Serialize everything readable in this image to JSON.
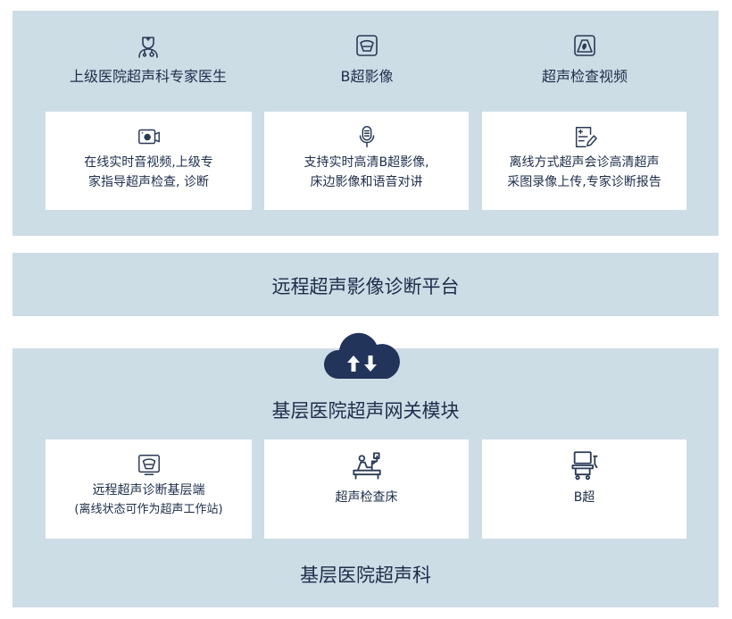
{
  "top": {
    "headers": [
      {
        "label": "上级医院超声科专家医生",
        "icon": "doctor-icon"
      },
      {
        "label": "B超影像",
        "icon": "ultrasound-image-icon"
      },
      {
        "label": "超声检查视频",
        "icon": "ultrasound-video-icon"
      }
    ],
    "cards": [
      {
        "icon": "camera-icon",
        "lines": [
          "在线实时音视频,上级专",
          "家指导超声检查, 诊断"
        ]
      },
      {
        "icon": "microphone-icon",
        "lines": [
          "支持实时高清B超影像,",
          "床边影像和语音对讲"
        ]
      },
      {
        "icon": "report-edit-icon",
        "lines": [
          "离线方式超声会诊高清超声",
          "采图录像上传,专家诊断报告"
        ]
      }
    ]
  },
  "platform": {
    "title": "远程超声影像诊断平台"
  },
  "gateway": {
    "title": "基层医院超声网关模块",
    "icon": "cloud-upload-download-icon"
  },
  "bottom": {
    "cards": [
      {
        "icon": "ultrasound-screen-icon",
        "lines": [
          "远程超声诊断基层端",
          "(离线状态可作为超声工作站)"
        ]
      },
      {
        "icon": "exam-bed-icon",
        "lines": [
          "超声检查床"
        ]
      },
      {
        "icon": "ultrasound-machine-icon",
        "lines": [
          "B超"
        ]
      }
    ],
    "footer": "基层医院超声科"
  },
  "colors": {
    "panel": "#cddde6",
    "navy": "#1e2d4a",
    "cloud": "#23345a"
  }
}
